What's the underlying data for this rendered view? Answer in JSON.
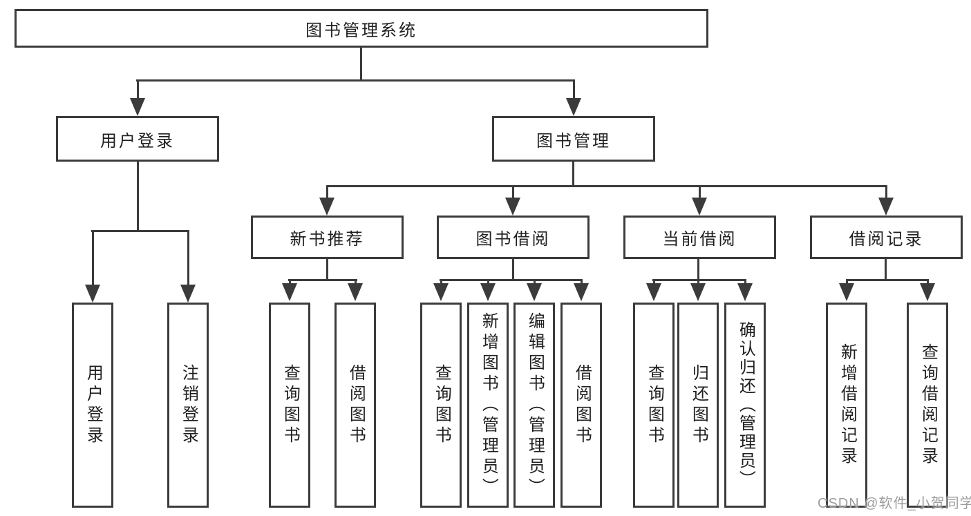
{
  "diagram": {
    "title": "图书管理系统",
    "root": {
      "label": "图书管理系统"
    },
    "branches": [
      {
        "label": "用户登录"
      },
      {
        "label": "图书管理"
      }
    ],
    "modules": [
      {
        "label": "新书推荐"
      },
      {
        "label": "图书借阅"
      },
      {
        "label": "当前借阅"
      },
      {
        "label": "借阅记录"
      }
    ],
    "leaves": {
      "user_login": [
        {
          "label": "用户登录"
        },
        {
          "label": "注销登录"
        }
      ],
      "new_book": [
        {
          "label": "查询图书"
        },
        {
          "label": "借阅图书"
        }
      ],
      "book_borrow": [
        {
          "label": "查询图书"
        },
        {
          "label": "新增图书（管理员）"
        },
        {
          "label": "编辑图书（管理员）"
        },
        {
          "label": "借阅图书"
        }
      ],
      "current_borrow": [
        {
          "label": "查询图书"
        },
        {
          "label": "归还图书"
        },
        {
          "label": "确认归还（管理员）"
        }
      ],
      "borrow_records": [
        {
          "label": "新增借阅记录"
        },
        {
          "label": "查询借阅记录"
        }
      ]
    }
  },
  "watermark": {
    "text": "CSDN @软件_小贺同学"
  },
  "colors": {
    "line": "#3b3b3b",
    "box_fill": "#ffffff",
    "text": "#1f1f1f",
    "watermark": "#9c9c9c",
    "background": "#ffffff"
  }
}
